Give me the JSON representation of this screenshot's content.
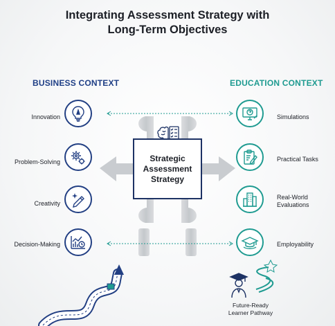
{
  "title": {
    "line1": "Integrating Assessment Strategy with",
    "line2": "Long-Term Objectives"
  },
  "business": {
    "heading": "BUSINESS CONTEXT",
    "items": [
      {
        "label": "Innovation",
        "icon": "rocket-bulb-icon"
      },
      {
        "label": "Problem-Solving",
        "icon": "gears-icon"
      },
      {
        "label": "Creativity",
        "icon": "pen-sparkle-icon"
      },
      {
        "label": "Decision-Making",
        "icon": "chart-clock-icon"
      }
    ]
  },
  "education": {
    "heading": "EDUCATION CONTEXT",
    "items": [
      {
        "label": "Simulations",
        "icon": "monitor-question-icon"
      },
      {
        "label": "Practical Tasks",
        "icon": "clipboard-pencil-icon"
      },
      {
        "label": "Real-World Evaluations",
        "label_line1": "Real-World",
        "label_line2": "Evaluations",
        "icon": "city-buildings-icon"
      },
      {
        "label": "Employability",
        "icon": "graduation-cap-icon"
      }
    ]
  },
  "center": {
    "line1": "Strategic",
    "line2": "Assessment",
    "line3": "Strategy",
    "icon": "brain-checklist-icon"
  },
  "pathway": {
    "line1": "Future-Ready",
    "line2": "Learner Pathway",
    "icon": "graduate-winding-path-icon"
  },
  "colors": {
    "business_navy": "#223f83",
    "education_teal": "#1f9b91",
    "arrow_grey": "#c9ccd0"
  }
}
